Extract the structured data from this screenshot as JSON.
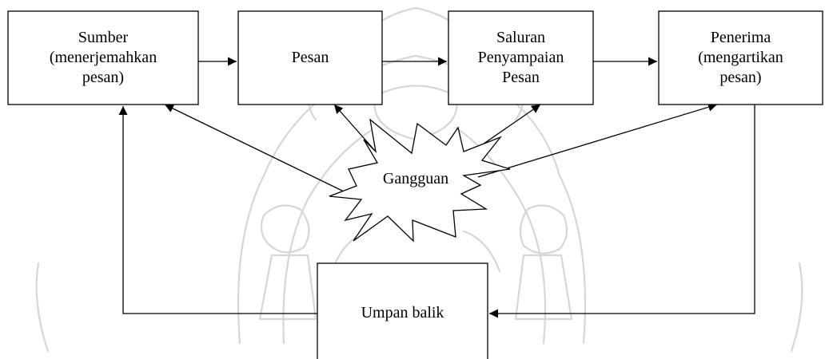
{
  "nodes": {
    "sumber": {
      "lines": [
        "Sumber",
        "(menerjemahkan",
        "pesan)"
      ]
    },
    "pesan": {
      "lines": [
        "Pesan"
      ]
    },
    "saluran": {
      "lines": [
        "Saluran",
        "Penyampaian",
        "Pesan"
      ]
    },
    "penerima": {
      "lines": [
        "Penerima",
        "(mengartikan",
        "pesan)"
      ]
    },
    "gangguan": {
      "lines": [
        "Gangguan"
      ]
    },
    "umpan_balik": {
      "lines": [
        "Umpan balik"
      ]
    }
  },
  "edges": [
    {
      "from": "sumber",
      "to": "pesan"
    },
    {
      "from": "pesan",
      "to": "saluran"
    },
    {
      "from": "saluran",
      "to": "penerima"
    },
    {
      "from": "gangguan",
      "to": "sumber"
    },
    {
      "from": "gangguan",
      "to": "pesan"
    },
    {
      "from": "gangguan",
      "to": "saluran"
    },
    {
      "from": "gangguan",
      "to": "penerima"
    },
    {
      "from": "penerima",
      "to": "umpan_balik"
    },
    {
      "from": "umpan_balik",
      "to": "sumber"
    }
  ],
  "colors": {
    "stroke": "#000000",
    "background": "#ffffff",
    "watermark": "#d6d6d6"
  }
}
